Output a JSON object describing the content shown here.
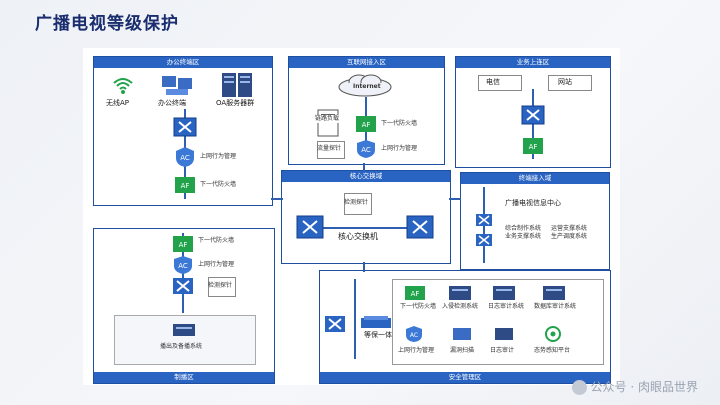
{
  "slide": {
    "title": "广播电视等级保护"
  },
  "zones": {
    "office": "办公终端区",
    "internet": "互联网接入区",
    "business": "业务上连区",
    "core": "核心交换域",
    "terminal": "终端接入域",
    "production": "制播区",
    "security": "安全管理区"
  },
  "labels": {
    "wifi_ap": "无线AP",
    "office_terminal": "办公终端",
    "oa_server": "OA服务器群",
    "behavior_mgmt": "上网行为管理",
    "next_gen_fw": "下一代防火墙",
    "internet_cloud": "Internet",
    "link_balance": "链路负载",
    "dpi": "流量探针",
    "telecom": "电信",
    "website": "网站",
    "detect_probe": "检测探针",
    "core_switch": "核心交换机",
    "broadcast_center": "广播电视信息中心",
    "prog_systems_1": "综合制作系统",
    "prog_systems_2": "业务支撑系统",
    "prog_systems_3": "运营支撑系统",
    "prog_systems_4": "生产调度系统",
    "playout_system": "播出及备播系统",
    "intrusion_detect": "入侵检测系统",
    "log_audit": "日志审计系统",
    "db_audit": "数据库审计系统",
    "all_in_one": "等保一体机",
    "vuln_scan": "漏洞扫描",
    "log_analysis": "日志审计",
    "situation": "态势感知平台"
  },
  "watermark": {
    "text": "公众号 · 肉眼品世界"
  }
}
